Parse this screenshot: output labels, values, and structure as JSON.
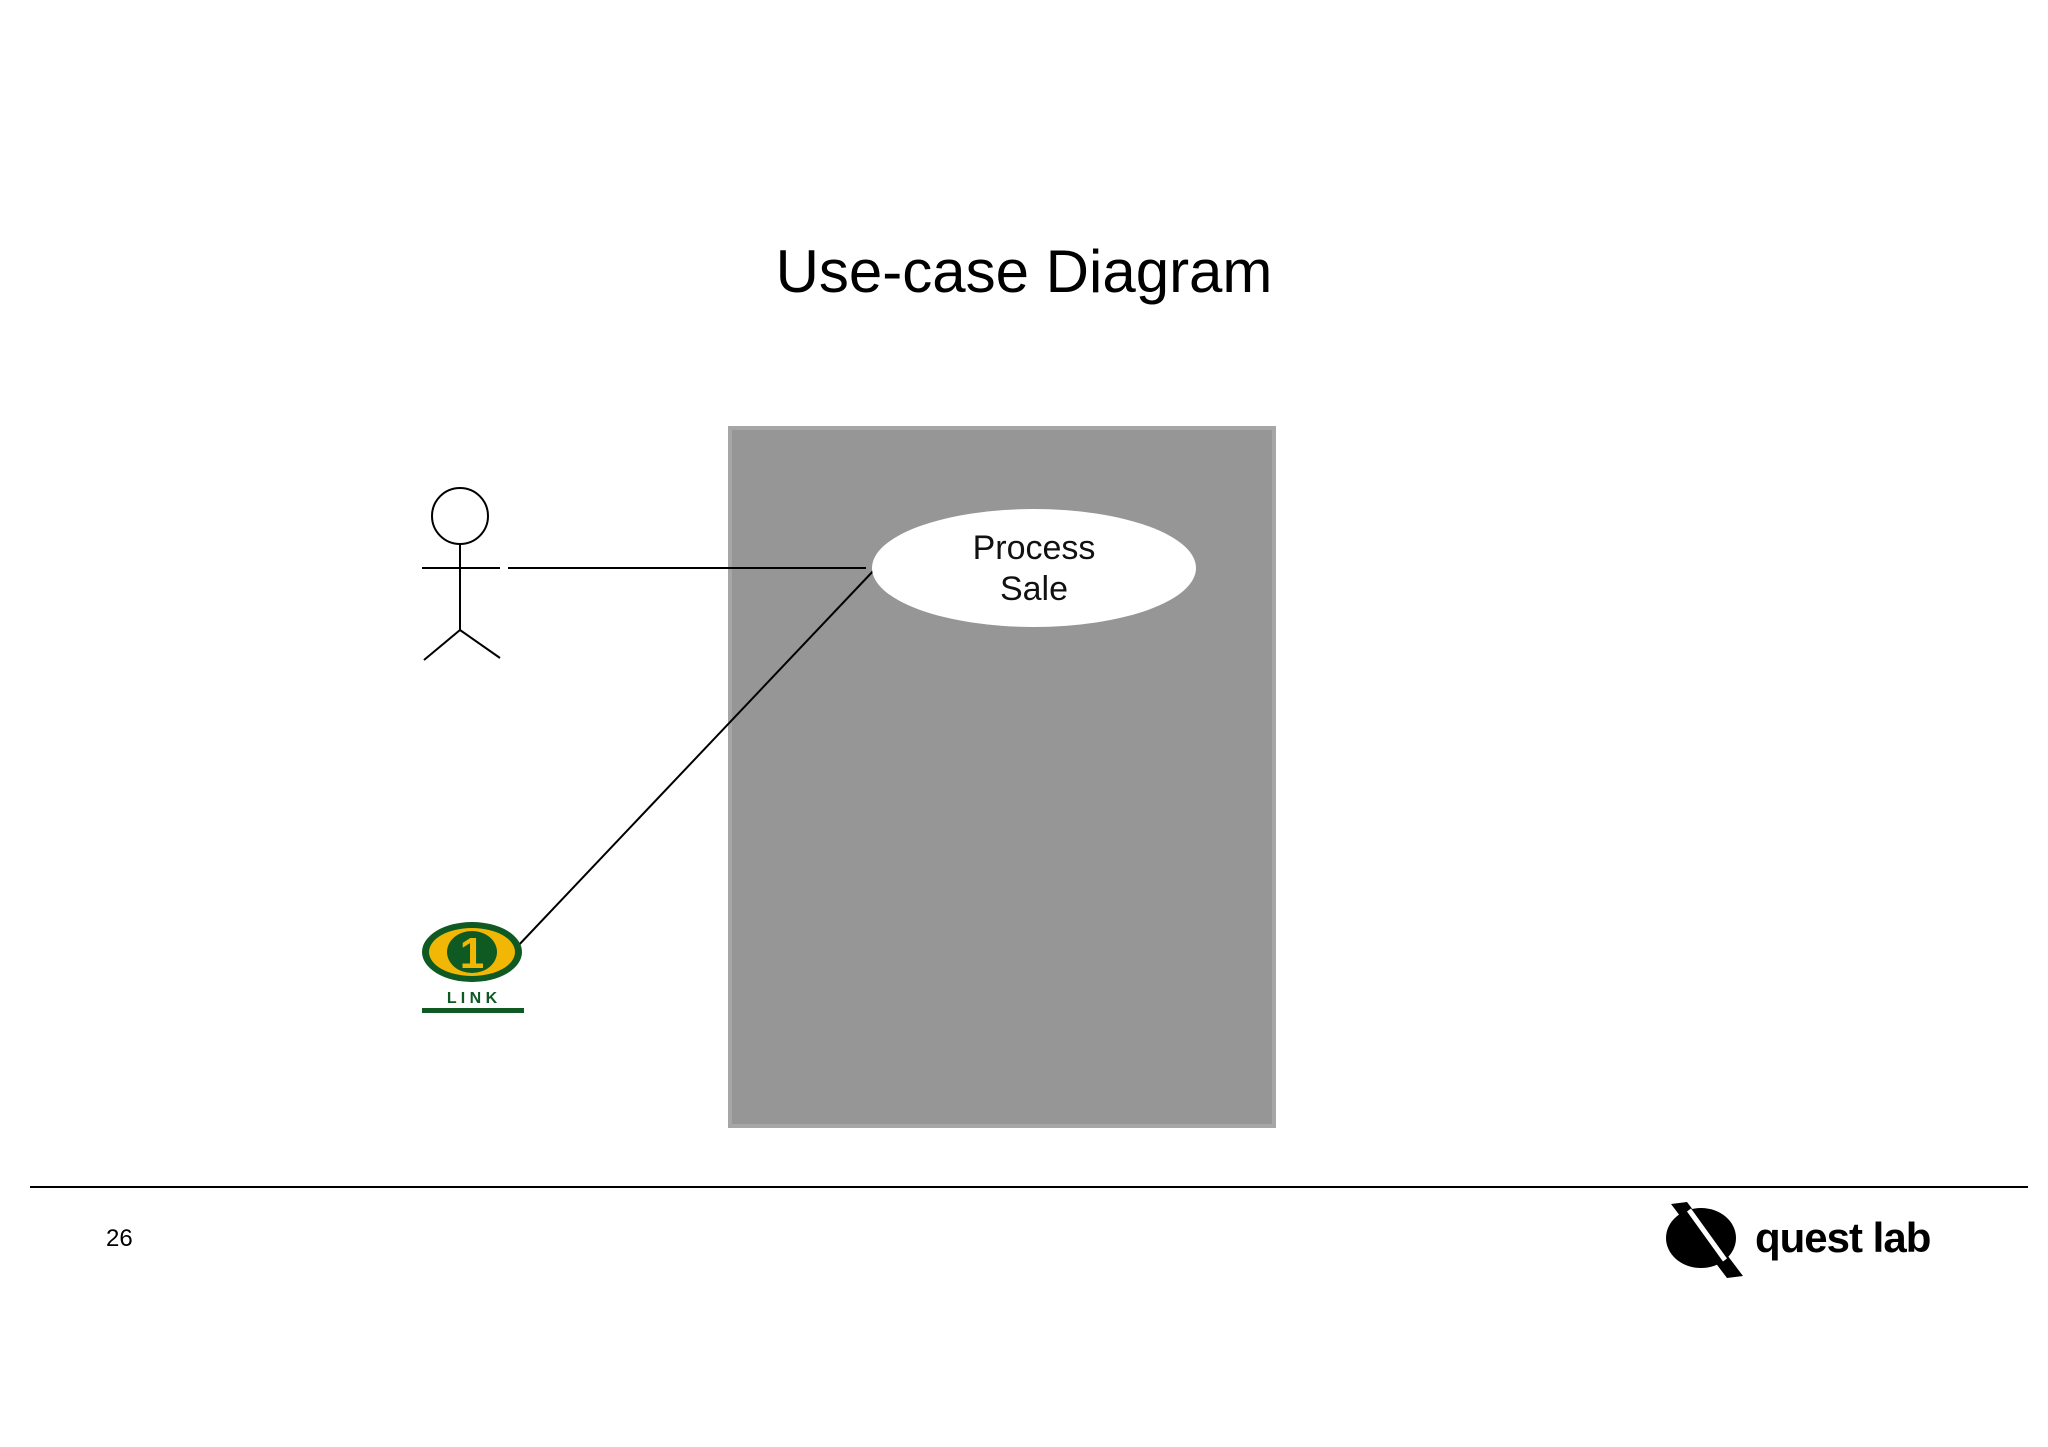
{
  "title": "Use-case Diagram",
  "diagram": {
    "system_boundary_color": "#969696",
    "use_case": {
      "line1": "Process",
      "line2": "Sale"
    },
    "actors": [
      {
        "kind": "stick-figure",
        "icon": "stick-figure-actor-icon"
      },
      {
        "kind": "logo",
        "icon": "1link-logo-icon",
        "logo_number": "1",
        "logo_text": "L I N K",
        "colors": {
          "green": "#0f5a23",
          "yellow": "#f2b705"
        }
      }
    ]
  },
  "footer": {
    "page_number": "26",
    "brand_name": "quest lab"
  }
}
